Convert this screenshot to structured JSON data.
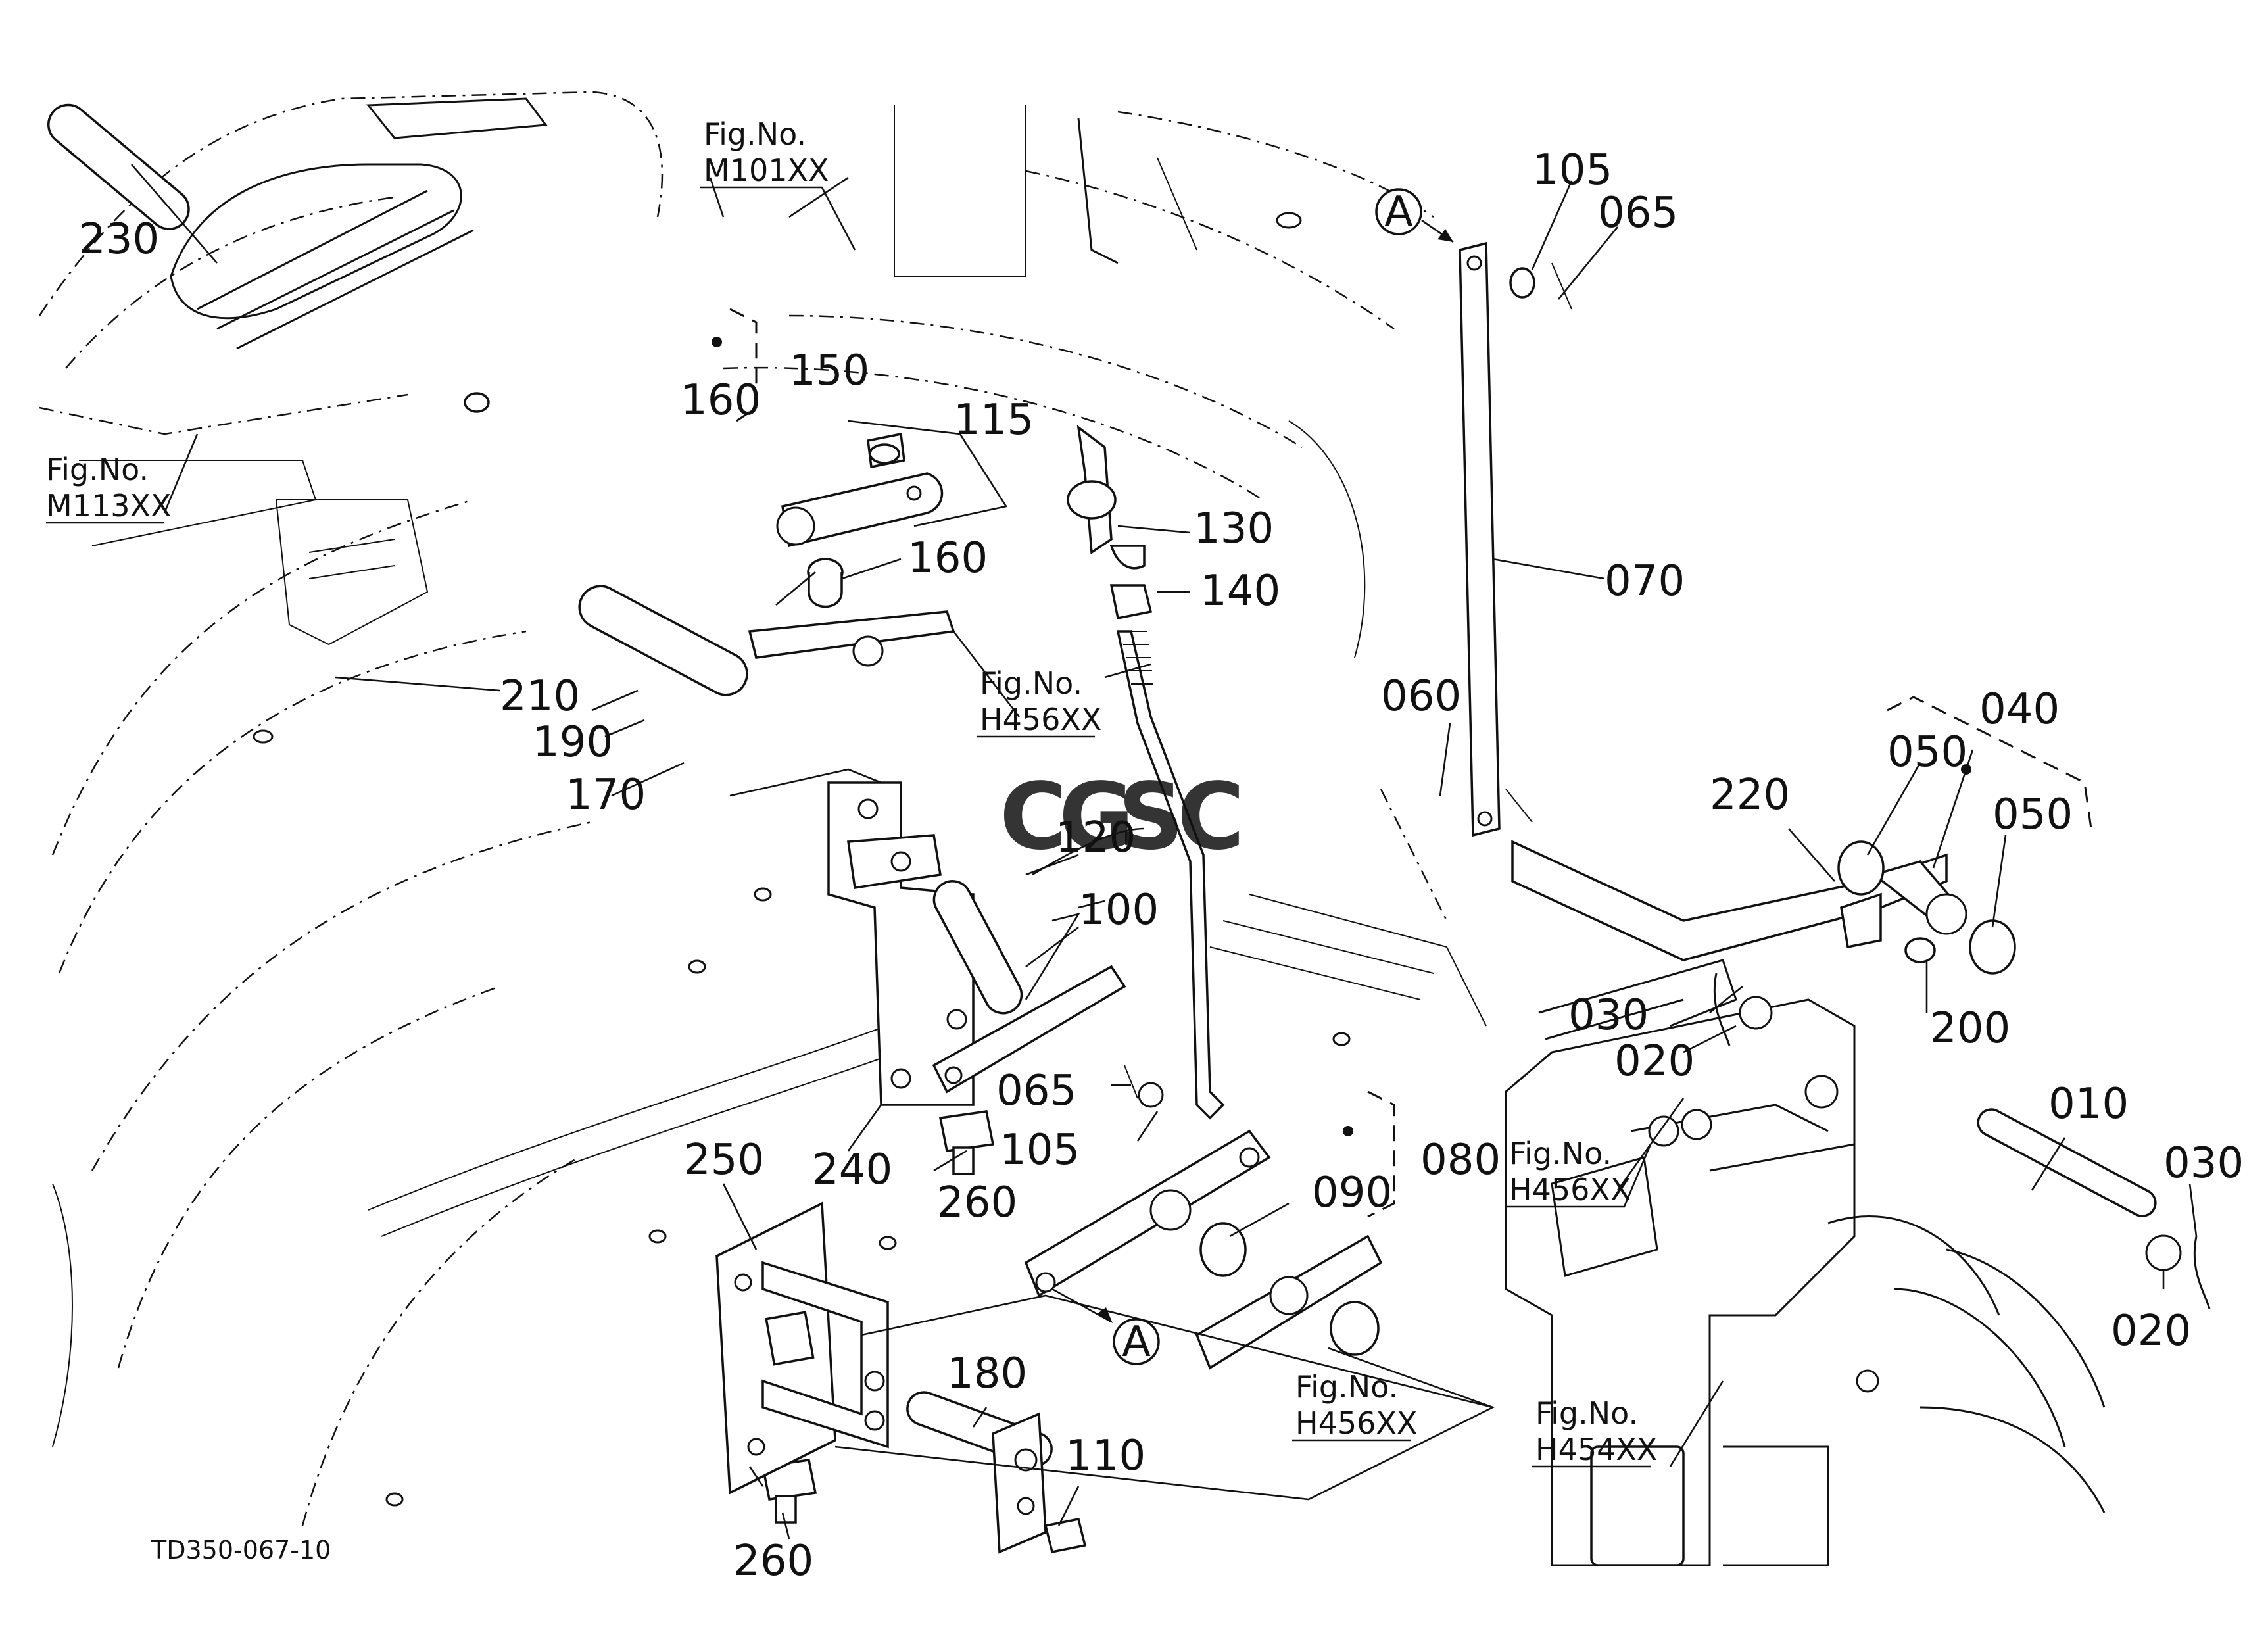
{
  "drawing": {
    "code": "TD350-067-10",
    "watermark": {
      "text": "CGSC",
      "colors": [
        "#6fa8f5",
        "#f08c7c",
        "#f5cf5a",
        "#78c7a0"
      ]
    },
    "references": [
      {
        "id": "ref-m101",
        "fig_label": "Fig.No.",
        "fig_number": "M101XX"
      },
      {
        "id": "ref-m113",
        "fig_label": "Fig.No.",
        "fig_number": "M113XX"
      },
      {
        "id": "ref-h456-a",
        "fig_label": "Fig.No.",
        "fig_number": "H456XX"
      },
      {
        "id": "ref-h456-b",
        "fig_label": "Fig.No.",
        "fig_number": "H456XX"
      },
      {
        "id": "ref-h456-c",
        "fig_label": "Fig.No.",
        "fig_number": "H456XX"
      },
      {
        "id": "ref-h454",
        "fig_label": "Fig.No.",
        "fig_number": "H454XX"
      }
    ],
    "markers": [
      "A",
      "A"
    ],
    "parts": [
      "230",
      "150",
      "160",
      "115",
      "160",
      "130",
      "140",
      "105",
      "065",
      "070",
      "210",
      "190",
      "170",
      "120",
      "100",
      "060",
      "040",
      "050",
      "220",
      "050",
      "030",
      "020",
      "200",
      "065",
      "105",
      "240",
      "260",
      "250",
      "080",
      "090",
      "010",
      "030",
      "020",
      "180",
      "110",
      "260"
    ]
  }
}
